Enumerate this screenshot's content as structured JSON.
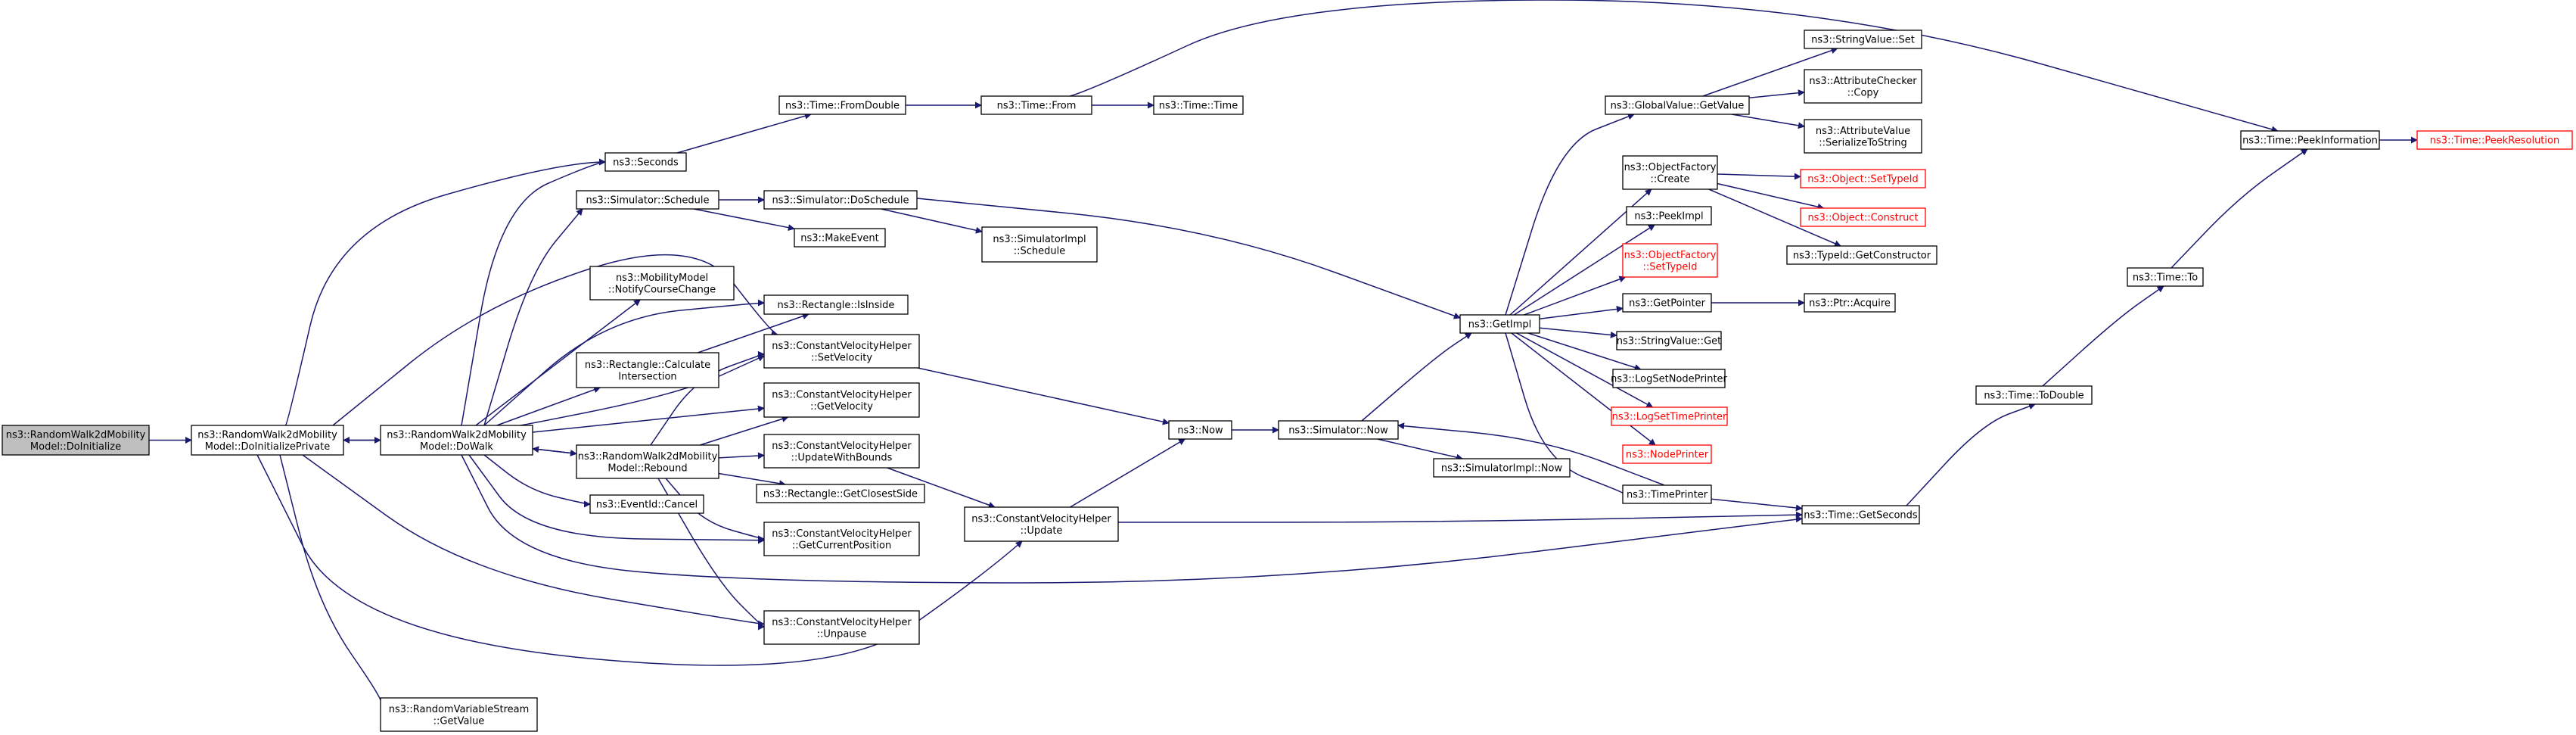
{
  "diagram": {
    "type": "call-graph",
    "edge_color": "#191970",
    "link_error_color": "#ff0000",
    "root_fill": "#bfbfbf",
    "nodes": [
      {
        "id": "n0",
        "lines": [
          "ns3::RandomWalk2dMobility",
          "Model::DoInitialize"
        ],
        "root": true
      },
      {
        "id": "n1",
        "lines": [
          "ns3::RandomWalk2dMobility",
          "Model::DoInitializePrivate"
        ]
      },
      {
        "id": "n2",
        "lines": [
          "ns3::RandomWalk2dMobility",
          "Model::DoWalk"
        ]
      },
      {
        "id": "n3",
        "lines": [
          "ns3::Seconds"
        ]
      },
      {
        "id": "n4",
        "lines": [
          "ns3::Time::FromDouble"
        ]
      },
      {
        "id": "n5",
        "lines": [
          "ns3::Time::From"
        ]
      },
      {
        "id": "n6",
        "lines": [
          "ns3::Time::Time"
        ]
      },
      {
        "id": "n7",
        "lines": [
          "ns3::Simulator::Schedule"
        ]
      },
      {
        "id": "n8",
        "lines": [
          "ns3::Simulator::DoSchedule"
        ]
      },
      {
        "id": "n9",
        "lines": [
          "ns3::MakeEvent"
        ]
      },
      {
        "id": "n10",
        "lines": [
          "ns3::SimulatorImpl",
          "::Schedule"
        ]
      },
      {
        "id": "n11",
        "lines": [
          "ns3::MobilityModel",
          "::NotifyCourseChange"
        ]
      },
      {
        "id": "n12",
        "lines": [
          "ns3::Rectangle::IsInside"
        ]
      },
      {
        "id": "n13",
        "lines": [
          "ns3::Rectangle::Calculate",
          "Intersection"
        ]
      },
      {
        "id": "n14",
        "lines": [
          "ns3::ConstantVelocityHelper",
          "::SetVelocity"
        ]
      },
      {
        "id": "n15",
        "lines": [
          "ns3::ConstantVelocityHelper",
          "::GetVelocity"
        ]
      },
      {
        "id": "n16",
        "lines": [
          "ns3::RandomWalk2dMobility",
          "Model::Rebound"
        ]
      },
      {
        "id": "n17",
        "lines": [
          "ns3::ConstantVelocityHelper",
          "::UpdateWithBounds"
        ]
      },
      {
        "id": "n18",
        "lines": [
          "ns3::Rectangle::GetClosestSide"
        ]
      },
      {
        "id": "n19",
        "lines": [
          "ns3::EventId::Cancel"
        ]
      },
      {
        "id": "n20",
        "lines": [
          "ns3::ConstantVelocityHelper",
          "::GetCurrentPosition"
        ]
      },
      {
        "id": "n21",
        "lines": [
          "ns3::ConstantVelocityHelper",
          "::Unpause"
        ]
      },
      {
        "id": "n22",
        "lines": [
          "ns3::RandomVariableStream",
          "::GetValue"
        ]
      },
      {
        "id": "n23",
        "lines": [
          "ns3::Now"
        ]
      },
      {
        "id": "n24",
        "lines": [
          "ns3::Simulator::Now"
        ]
      },
      {
        "id": "n25",
        "lines": [
          "ns3::SimulatorImpl::Now"
        ]
      },
      {
        "id": "n26",
        "lines": [
          "ns3::ConstantVelocityHelper",
          "::Update"
        ]
      },
      {
        "id": "n27",
        "lines": [
          "ns3::GetImpl"
        ]
      },
      {
        "id": "n28",
        "lines": [
          "ns3::GlobalValue::GetValue"
        ]
      },
      {
        "id": "n29",
        "lines": [
          "ns3::StringValue::Set"
        ]
      },
      {
        "id": "n30",
        "lines": [
          "ns3::AttributeChecker",
          "::Copy"
        ]
      },
      {
        "id": "n31",
        "lines": [
          "ns3::AttributeValue",
          "::SerializeToString"
        ]
      },
      {
        "id": "n32",
        "lines": [
          "ns3::ObjectFactory",
          "::Create"
        ]
      },
      {
        "id": "n33",
        "lines": [
          "ns3::Object::SetTypeId"
        ],
        "red": true
      },
      {
        "id": "n34",
        "lines": [
          "ns3::Object::Construct"
        ],
        "red": true
      },
      {
        "id": "n35",
        "lines": [
          "ns3::TypeId::GetConstructor"
        ]
      },
      {
        "id": "n36",
        "lines": [
          "ns3::PeekImpl"
        ]
      },
      {
        "id": "n37",
        "lines": [
          "ns3::ObjectFactory",
          "::SetTypeId"
        ],
        "red": true
      },
      {
        "id": "n38",
        "lines": [
          "ns3::GetPointer"
        ]
      },
      {
        "id": "n39",
        "lines": [
          "ns3::Ptr::Acquire"
        ]
      },
      {
        "id": "n40",
        "lines": [
          "ns3::StringValue::Get"
        ]
      },
      {
        "id": "n41",
        "lines": [
          "ns3::LogSetNodePrinter"
        ]
      },
      {
        "id": "n42",
        "lines": [
          "ns3::LogSetTimePrinter"
        ],
        "red": true
      },
      {
        "id": "n43",
        "lines": [
          "ns3::NodePrinter"
        ],
        "red": true
      },
      {
        "id": "n44",
        "lines": [
          "ns3::TimePrinter"
        ]
      },
      {
        "id": "n45",
        "lines": [
          "ns3::Time::GetSeconds"
        ]
      },
      {
        "id": "n46",
        "lines": [
          "ns3::Time::ToDouble"
        ]
      },
      {
        "id": "n47",
        "lines": [
          "ns3::Time::To"
        ]
      },
      {
        "id": "n48",
        "lines": [
          "ns3::Time::PeekInformation"
        ]
      },
      {
        "id": "n49",
        "lines": [
          "ns3::Time::PeekResolution"
        ],
        "red": true
      }
    ],
    "edges": [
      [
        "n0",
        "n1"
      ],
      [
        "n1",
        "n2"
      ],
      [
        "n1",
        "n3"
      ],
      [
        "n1",
        "n14"
      ],
      [
        "n1",
        "n21"
      ],
      [
        "n1",
        "n22"
      ],
      [
        "n1",
        "n26"
      ],
      [
        "n2",
        "n1"
      ],
      [
        "n2",
        "n3"
      ],
      [
        "n2",
        "n7"
      ],
      [
        "n2",
        "n11"
      ],
      [
        "n2",
        "n12"
      ],
      [
        "n2",
        "n13"
      ],
      [
        "n2",
        "n14"
      ],
      [
        "n2",
        "n15"
      ],
      [
        "n2",
        "n16"
      ],
      [
        "n2",
        "n19"
      ],
      [
        "n2",
        "n20"
      ],
      [
        "n2",
        "n45"
      ],
      [
        "n16",
        "n2"
      ],
      [
        "n16",
        "n14"
      ],
      [
        "n16",
        "n15"
      ],
      [
        "n16",
        "n17"
      ],
      [
        "n16",
        "n18"
      ],
      [
        "n16",
        "n20"
      ],
      [
        "n16",
        "n21"
      ],
      [
        "n13",
        "n12"
      ],
      [
        "n3",
        "n4"
      ],
      [
        "n4",
        "n5"
      ],
      [
        "n5",
        "n6"
      ],
      [
        "n5",
        "n48"
      ],
      [
        "n7",
        "n8"
      ],
      [
        "n7",
        "n9"
      ],
      [
        "n8",
        "n10"
      ],
      [
        "n8",
        "n27"
      ],
      [
        "n14",
        "n23"
      ],
      [
        "n17",
        "n26"
      ],
      [
        "n26",
        "n23"
      ],
      [
        "n26",
        "n45"
      ],
      [
        "n23",
        "n24"
      ],
      [
        "n24",
        "n25"
      ],
      [
        "n24",
        "n27"
      ],
      [
        "n27",
        "n28"
      ],
      [
        "n27",
        "n32"
      ],
      [
        "n27",
        "n36"
      ],
      [
        "n27",
        "n37"
      ],
      [
        "n27",
        "n38"
      ],
      [
        "n27",
        "n40"
      ],
      [
        "n27",
        "n41"
      ],
      [
        "n27",
        "n42"
      ],
      [
        "n27",
        "n43"
      ],
      [
        "n27",
        "n44"
      ],
      [
        "n28",
        "n29"
      ],
      [
        "n28",
        "n30"
      ],
      [
        "n28",
        "n31"
      ],
      [
        "n32",
        "n33"
      ],
      [
        "n32",
        "n34"
      ],
      [
        "n32",
        "n35"
      ],
      [
        "n38",
        "n39"
      ],
      [
        "n44",
        "n24"
      ],
      [
        "n44",
        "n45"
      ],
      [
        "n45",
        "n46"
      ],
      [
        "n46",
        "n47"
      ],
      [
        "n47",
        "n48"
      ],
      [
        "n48",
        "n49"
      ]
    ]
  }
}
